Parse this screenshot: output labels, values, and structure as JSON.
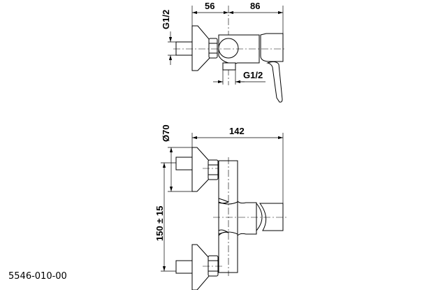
{
  "part_number": "5546-010-00",
  "top_view": {
    "dim_left": "56",
    "dim_right": "86",
    "dim_inlet_thread": "G1/2",
    "dim_outlet_thread": "G1/2"
  },
  "front_view": {
    "dim_width": "142",
    "dim_flange_diameter": "Ø70",
    "dim_centers": "150 ± 15"
  }
}
